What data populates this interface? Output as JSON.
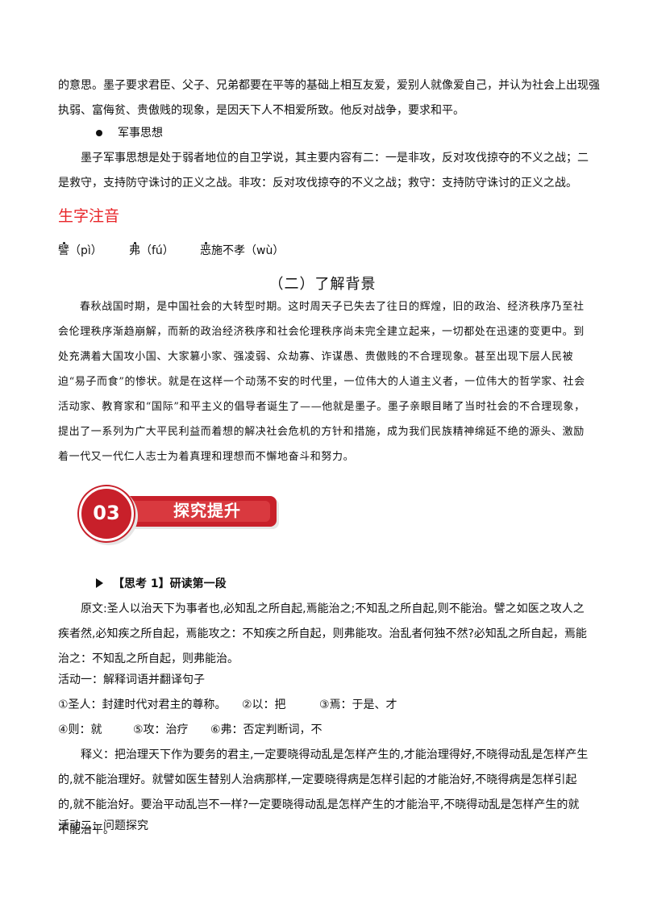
{
  "intro": {
    "line1": "的意思。墨子要求君臣、父子、兄弟都要在平等的基础上相互友爱，爱别人就像爱自己，并认为社会上出现强",
    "line2": "执弱、富侮贫、贵傲贱的现象，是因天下人不相爱所致。他反对战争，要求和平。"
  },
  "military": {
    "bullet_label": "军事思想",
    "text": "墨子军事思想是处于弱者地位的自卫学说，其主要内容有二：一是非攻，反对攻伐掠夺的不义之战；二是救守，支持防守诛讨的正义之战。非攻：反对攻伐掠夺的不义之战；救守：支持防守诛讨的正义之战。"
  },
  "vocab": {
    "title": "生字注音",
    "items": [
      "譬（pì）",
      "弗（fú）",
      "恶施不孝（wù）"
    ]
  },
  "background": {
    "heading": "（二）了解背景",
    "text": "春秋战国时期，是中国社会的大转型时期。这时周天子已失去了往日的辉煌，旧的政治、经济秩序乃至社会伦理秩序渐趋崩解，而新的政治经济秩序和社会伦理秩序尚未完全建立起来，一切都处在迅速的变更中。到处充满着大国攻小国、大家篡小家、强凌弱、众劫寡、诈谋愚、贵傲贱的不合理现象。甚至出现下层人民被迫“易子而食”的惨状。就是在这样一个动荡不安的时代里，一位伟大的人道主义者，一位伟大的哲学家、社会活动家、教育家和“国际”和平主义的倡导者诞生了——他就是墨子。墨子亲眼目睹了当时社会的不合理现象，提出了一系列为广大平民利益而着想的解决社会危机的方针和措施，成为我们民族精神绵延不绝的源头、激励着一代又一代仁人志士为着真理和理想而不懈地奋斗和努力。"
  },
  "banner": {
    "number": "03",
    "label": "探究提升"
  },
  "think1": {
    "heading": "【思考 1】研读第一段",
    "original": "原文:圣人以治天下为事者也,必知乱之所自起,焉能治之;不知乱之所自起,则不能治。譬之如医之攻人之疾者然,必知疾之所自起，焉能攻之：不知疾之所自起，则弗能攻。治乱者何独不然?必知乱之所自起，焉能治之：不知乱之所自起，则弗能治。",
    "activity1": "活动一：解释词语并翻译句子",
    "gloss_row1": [
      "①圣人：封建时代对君主的尊称。",
      "②以：把",
      "③焉：于是、才"
    ],
    "gloss_row2": [
      "④则：就",
      "⑤攻：治疗",
      "⑥弗：否定判断词，不"
    ],
    "translation": "释义：把治理天下作为要务的君主,一定要晓得动乱是怎样产生的,才能治理得好,不晓得动乱是怎样产生的,就不能治理好。就譬如医生替别人治病那样,一定要晓得病是怎样引起的才能治好,不晓得病是怎样引起的,就不能治好。要治平动乱岂不一样?一定要晓得动乱是怎样产生的才能治平,不晓得动乱是怎样产生的就不能治平。",
    "activity2": "活动二：问题探究"
  }
}
